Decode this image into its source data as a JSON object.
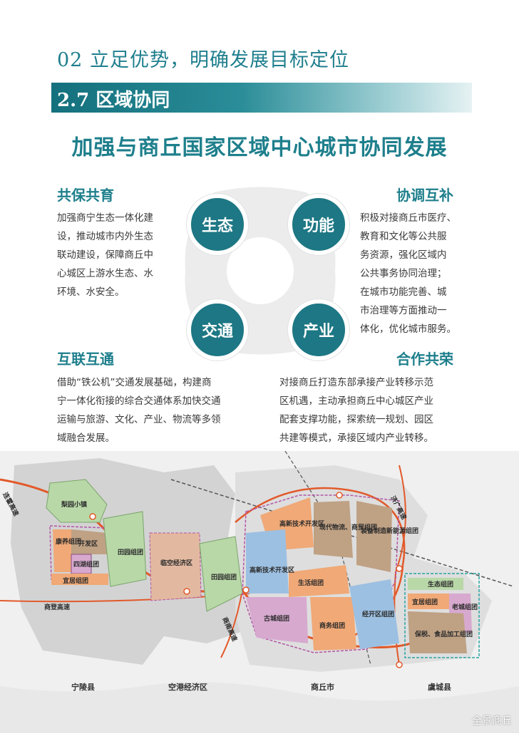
{
  "header": {
    "title": "02 立足优势，明确发展目标定位",
    "section": "2.7 区域协同"
  },
  "headline": "加强与商丘国家区域中心城市协同发展",
  "quadrants": {
    "top_left": {
      "title": "共保共育",
      "lines": [
        "加强商宁生态一体化建",
        "设，推动城市内外生态",
        "联动建设，保障商丘中",
        "心城区上游水生态、水",
        "环境、水安全。"
      ]
    },
    "top_right": {
      "title": "协调互补",
      "lines": [
        "积极对接商丘市医疗、",
        "教育和文化等公共服",
        "务资源，强化区域内",
        "公共事务协同治理；",
        "在城市功能完善、城",
        "市治理等方面推动一",
        "体化，优化城市服务。"
      ]
    },
    "bottom_left": {
      "title": "互联互通",
      "lines": [
        "借助“铁公机”交通发展基础，构建商",
        "宁一体化衔接的综合交通体系加快交通",
        "运输与旅游、文化、产业、物流等多领",
        "域融合发展。"
      ]
    },
    "bottom_right": {
      "title": "合作共荣",
      "lines": [
        "对接商丘打造东部承接产业转移示范",
        "区机遇，主动承担商丘中心城区产业",
        "配套支撑功能，探索统一规划、园区",
        "共建等模式，承接区域内产业转移。"
      ]
    }
  },
  "circles": {
    "ecology": "生态",
    "function": "功能",
    "traffic": "交通",
    "industry": "产业"
  },
  "map": {
    "roads": {
      "left_highway": "连霍高速",
      "shangdeng": "商登高速",
      "shangnan": "商南高速",
      "jiguang": "济广高速"
    },
    "zones": {
      "liyuan": "梨园小镇",
      "kangyang": "康养组团",
      "kaifa": "开发区",
      "sihu": "四湖组团",
      "yiju_left": "宜居组团",
      "tianyuan1": "田园组团",
      "linkong": "临空经济区",
      "tianyuan2": "田园组团",
      "gaoxin1": "高新技术开发区",
      "gaoxin2": "高新技术开发区",
      "wuliu": "现代物流、商贸组团",
      "zhuangbei": "装备制造新能源组团",
      "shenghuo": "生活组团",
      "gucheng": "古城组团",
      "shangwu": "商务组团",
      "jingkai": "经开区组团",
      "shengtai": "生态组团",
      "yiju_right": "宜居组团",
      "laocheng": "老城组团",
      "baoshui": "保税、食品加工组团"
    },
    "bottom_labels": {
      "ningling": "宁陵县",
      "konggang": "空港经济区",
      "shangqiu": "商丘市",
      "yucheng": "虞城县"
    }
  },
  "watermark": "全景商丘",
  "colors": {
    "teal": "#1d7784",
    "zone_green": "#b9d8a8",
    "zone_orange": "#f0a977",
    "zone_brown": "#bfa184",
    "zone_blue": "#9cc0e2",
    "zone_purple": "#d7a9cf",
    "road": "#e2592a"
  }
}
